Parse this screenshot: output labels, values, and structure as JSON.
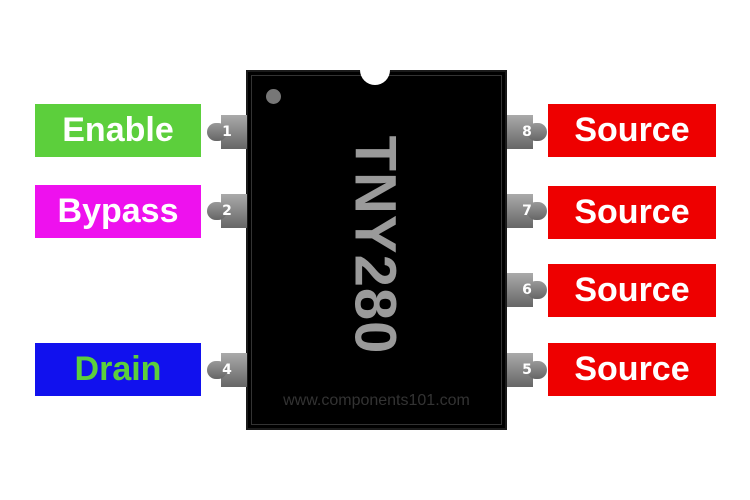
{
  "chip": {
    "part_number": "TNY280",
    "watermark": "www.components101.com"
  },
  "left_pins": [
    {
      "number": "1",
      "label": "Enable",
      "bg": "#5ccf3c",
      "fg": "#ffffff"
    },
    {
      "number": "2",
      "label": "Bypass",
      "bg": "#ee11ee",
      "fg": "#ffffff"
    },
    {
      "number": "4",
      "label": "Drain",
      "bg": "#1111ee",
      "fg": "#5ccf3c"
    }
  ],
  "right_pins": [
    {
      "number": "8",
      "label": "Source",
      "bg": "#ee0000",
      "fg": "#ffffff"
    },
    {
      "number": "7",
      "label": "Source",
      "bg": "#ee0000",
      "fg": "#ffffff"
    },
    {
      "number": "6",
      "label": "Source",
      "bg": "#ee0000",
      "fg": "#ffffff"
    },
    {
      "number": "5",
      "label": "Source",
      "bg": "#ee0000",
      "fg": "#ffffff"
    }
  ]
}
